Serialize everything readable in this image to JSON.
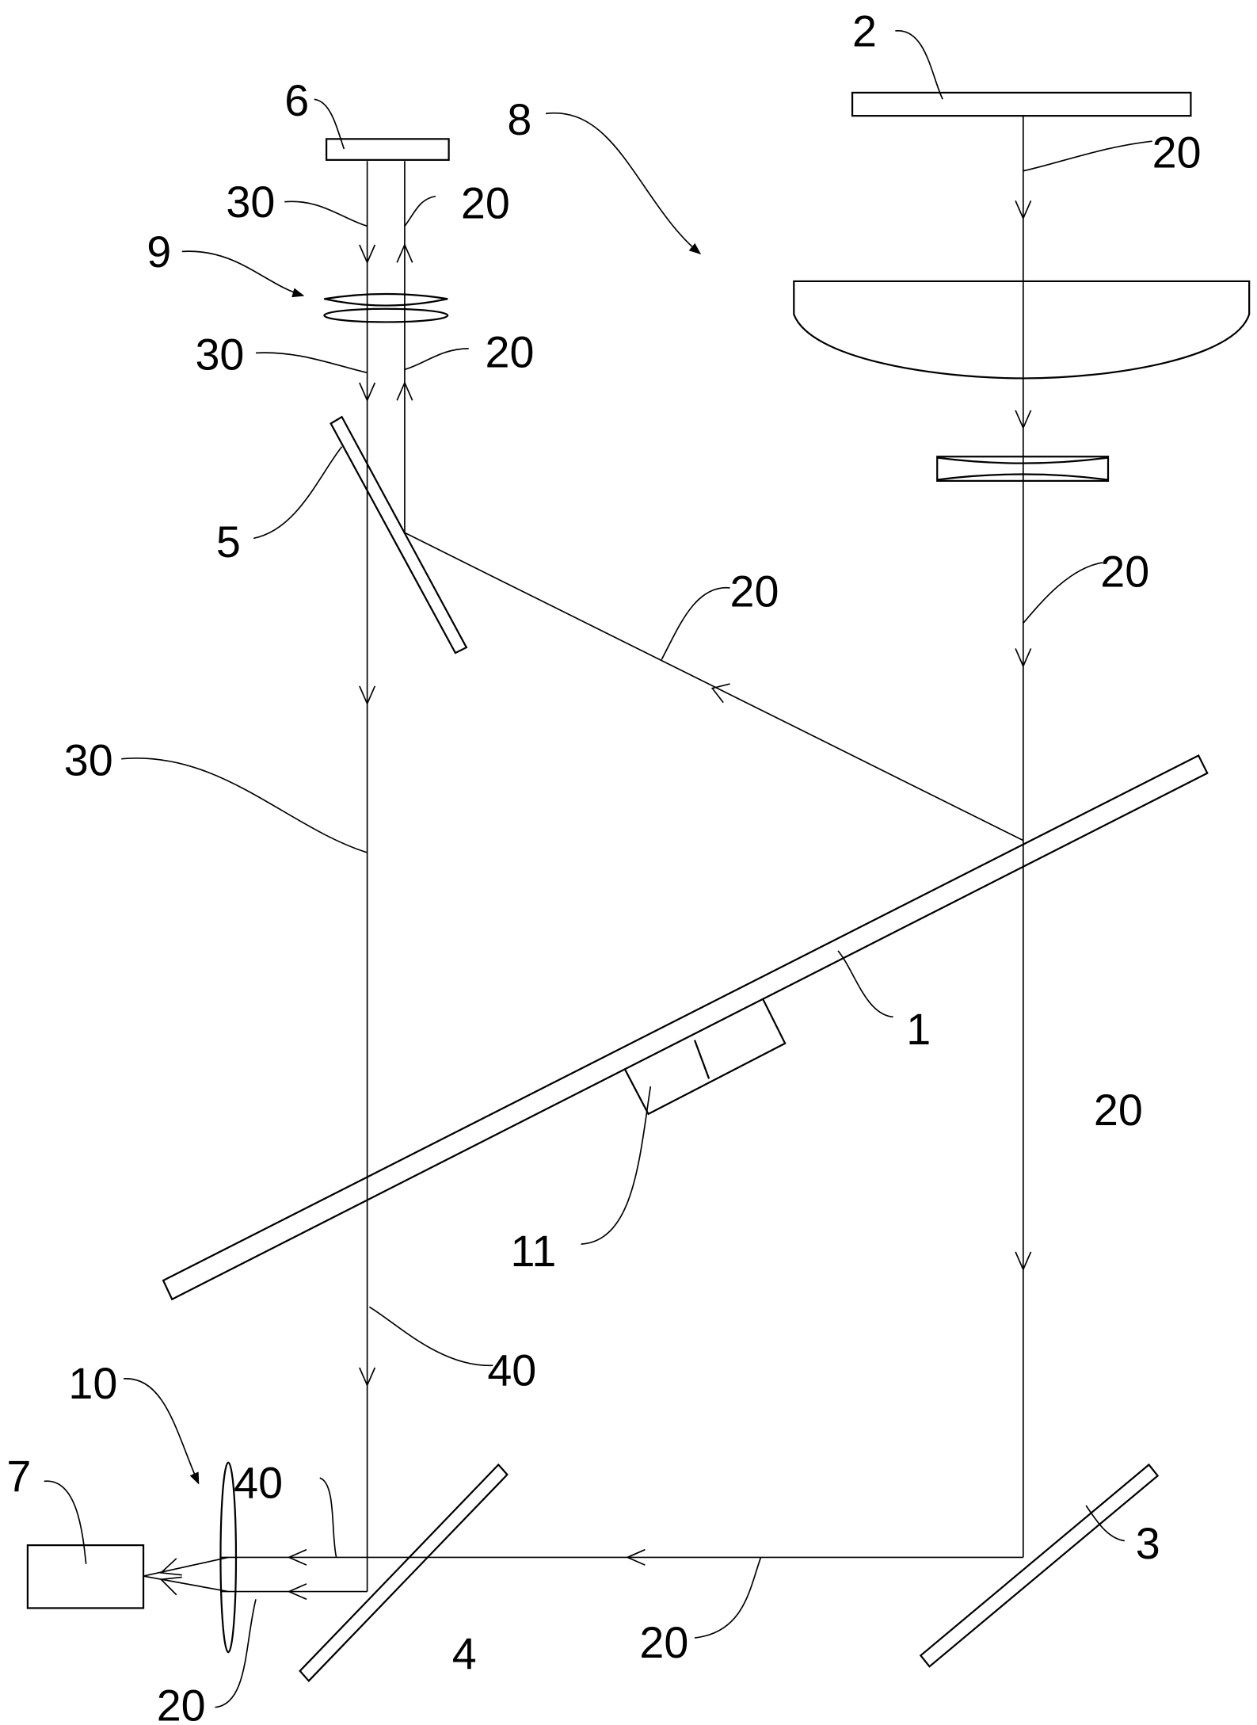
{
  "figure": {
    "labels": {
      "mirror_1": "1",
      "source_2": "2",
      "mirror_3": "3",
      "mirror_4": "4",
      "mirror_5": "5",
      "element_6": "6",
      "detector_7": "7",
      "system_8": "8",
      "lens_group_9": "9",
      "lens_10": "10",
      "element_11": "11",
      "beam_20_a": "20",
      "beam_20_b": "20",
      "beam_20_c": "20",
      "beam_20_d": "20",
      "beam_20_e": "20",
      "beam_20_f": "20",
      "beam_20_g": "20",
      "beam_20_h": "20",
      "beam_30_a": "30",
      "beam_30_b": "30",
      "beam_30_c": "30",
      "beam_40_a": "40",
      "beam_40_b": "40"
    }
  }
}
